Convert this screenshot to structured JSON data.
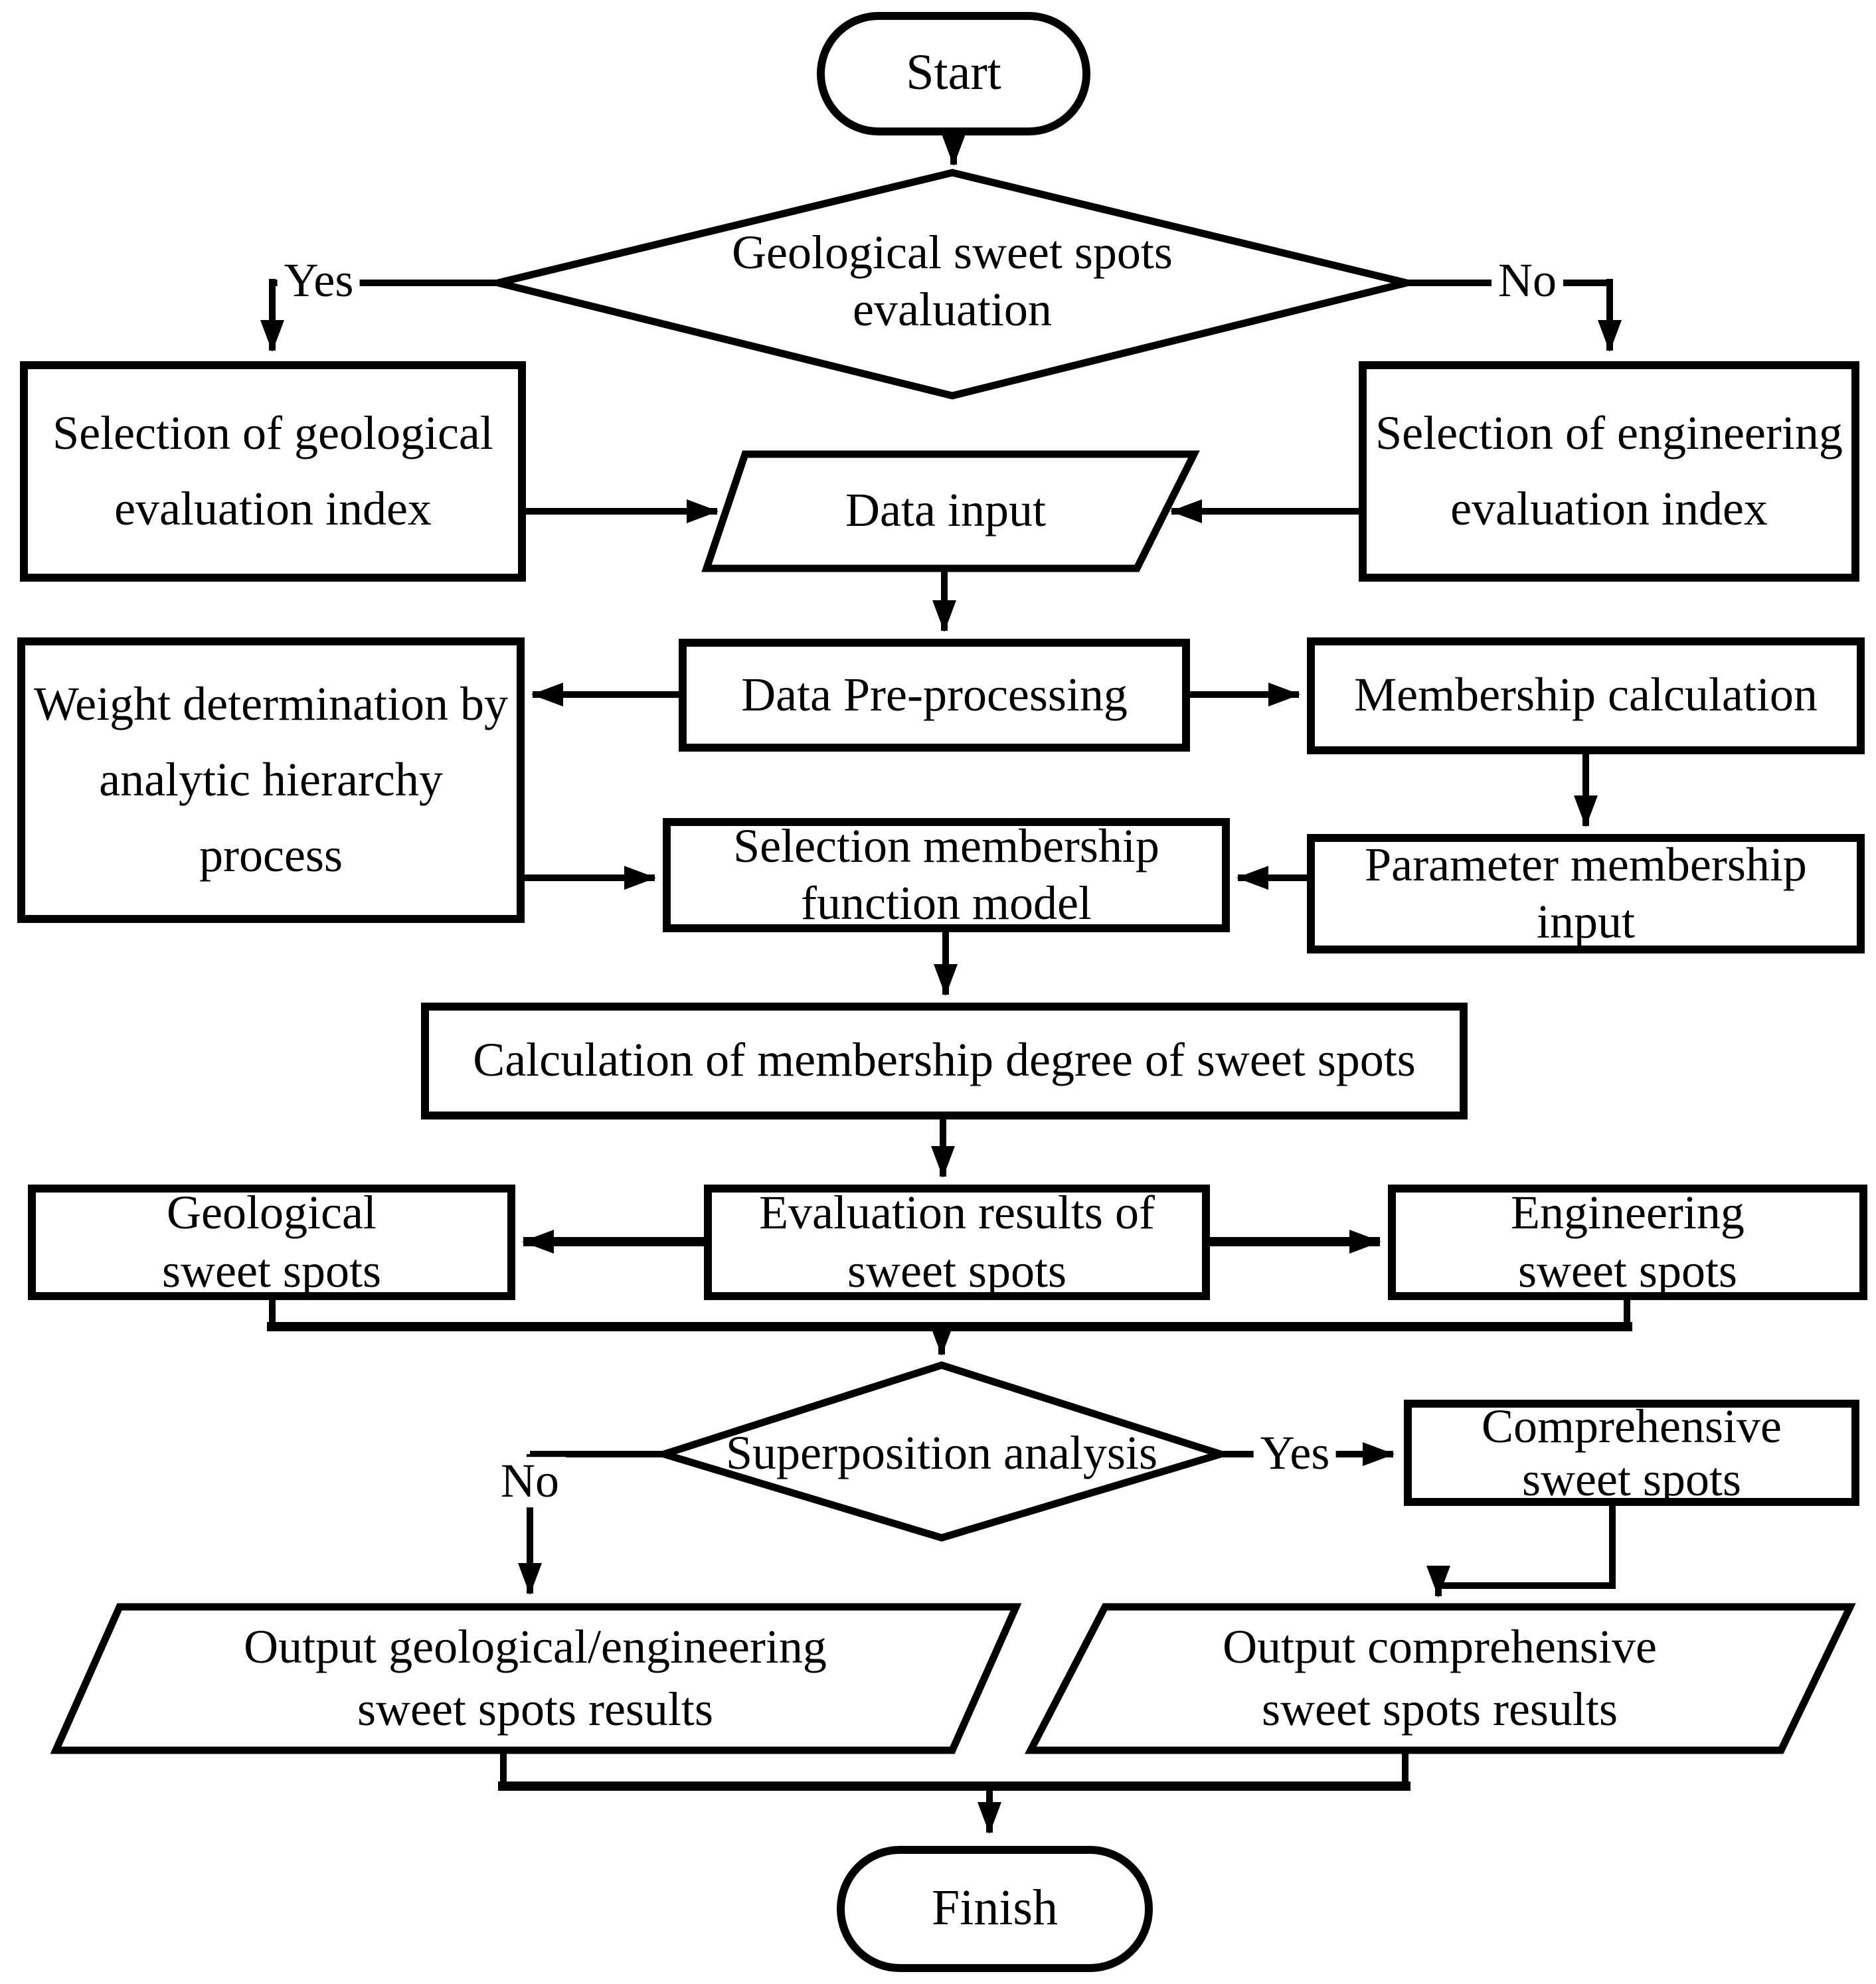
{
  "fig": {
    "background_color": "#ffffff",
    "stroke_color": "#000000",
    "nodes": {
      "start": {
        "type": "terminator",
        "lines": [
          "Start"
        ]
      },
      "decision_geo_eval": {
        "type": "decision",
        "lines": [
          "Geological sweet spots",
          "evaluation"
        ]
      },
      "select_geo": {
        "type": "process",
        "lines": [
          "Selection of geological",
          "evaluation index"
        ]
      },
      "select_eng": {
        "type": "process",
        "lines": [
          "Selection of engineering",
          "evaluation index"
        ]
      },
      "data_input": {
        "type": "input-output",
        "lines": [
          "Data input"
        ]
      },
      "data_preprocessing": {
        "type": "process",
        "lines": [
          "Data Pre-processing"
        ]
      },
      "membership_calculation": {
        "type": "process",
        "lines": [
          "Membership calculation"
        ]
      },
      "weight_determination": {
        "type": "process",
        "lines": [
          "Weight determination by",
          "analytic hierarchy",
          "process"
        ]
      },
      "parameter_membership_input": {
        "type": "process",
        "lines": [
          "Parameter membership",
          "input"
        ]
      },
      "selection_membership_function": {
        "type": "process",
        "lines": [
          "Selection membership",
          "function model"
        ]
      },
      "calc_membership_degree": {
        "type": "process",
        "lines": [
          "Calculation of membership degree of sweet spots"
        ]
      },
      "evaluation_results": {
        "type": "process",
        "lines": [
          "Evaluation results of",
          "sweet spots"
        ]
      },
      "geological_sweet_spots": {
        "type": "process",
        "lines": [
          "Geological",
          "sweet spots"
        ]
      },
      "engineering_sweet_spots": {
        "type": "process",
        "lines": [
          "Engineering",
          "sweet spots"
        ]
      },
      "decision_superposition": {
        "type": "decision",
        "lines": [
          "Superposition analysis"
        ]
      },
      "comprehensive_sweet_spots": {
        "type": "process",
        "lines": [
          "Comprehensive",
          "sweet spots"
        ]
      },
      "output_geo_eng": {
        "type": "input-output",
        "lines": [
          "Output geological/engineering",
          "sweet spots results"
        ]
      },
      "output_comprehensive": {
        "type": "input-output",
        "lines": [
          "Output comprehensive",
          "sweet spots results"
        ]
      },
      "finish": {
        "type": "terminator",
        "lines": [
          "Finish"
        ]
      }
    },
    "edge_labels": {
      "decision_geo_yes": "Yes",
      "decision_geo_no": "No",
      "superposition_no": "No",
      "superposition_yes": "Yes"
    }
  }
}
